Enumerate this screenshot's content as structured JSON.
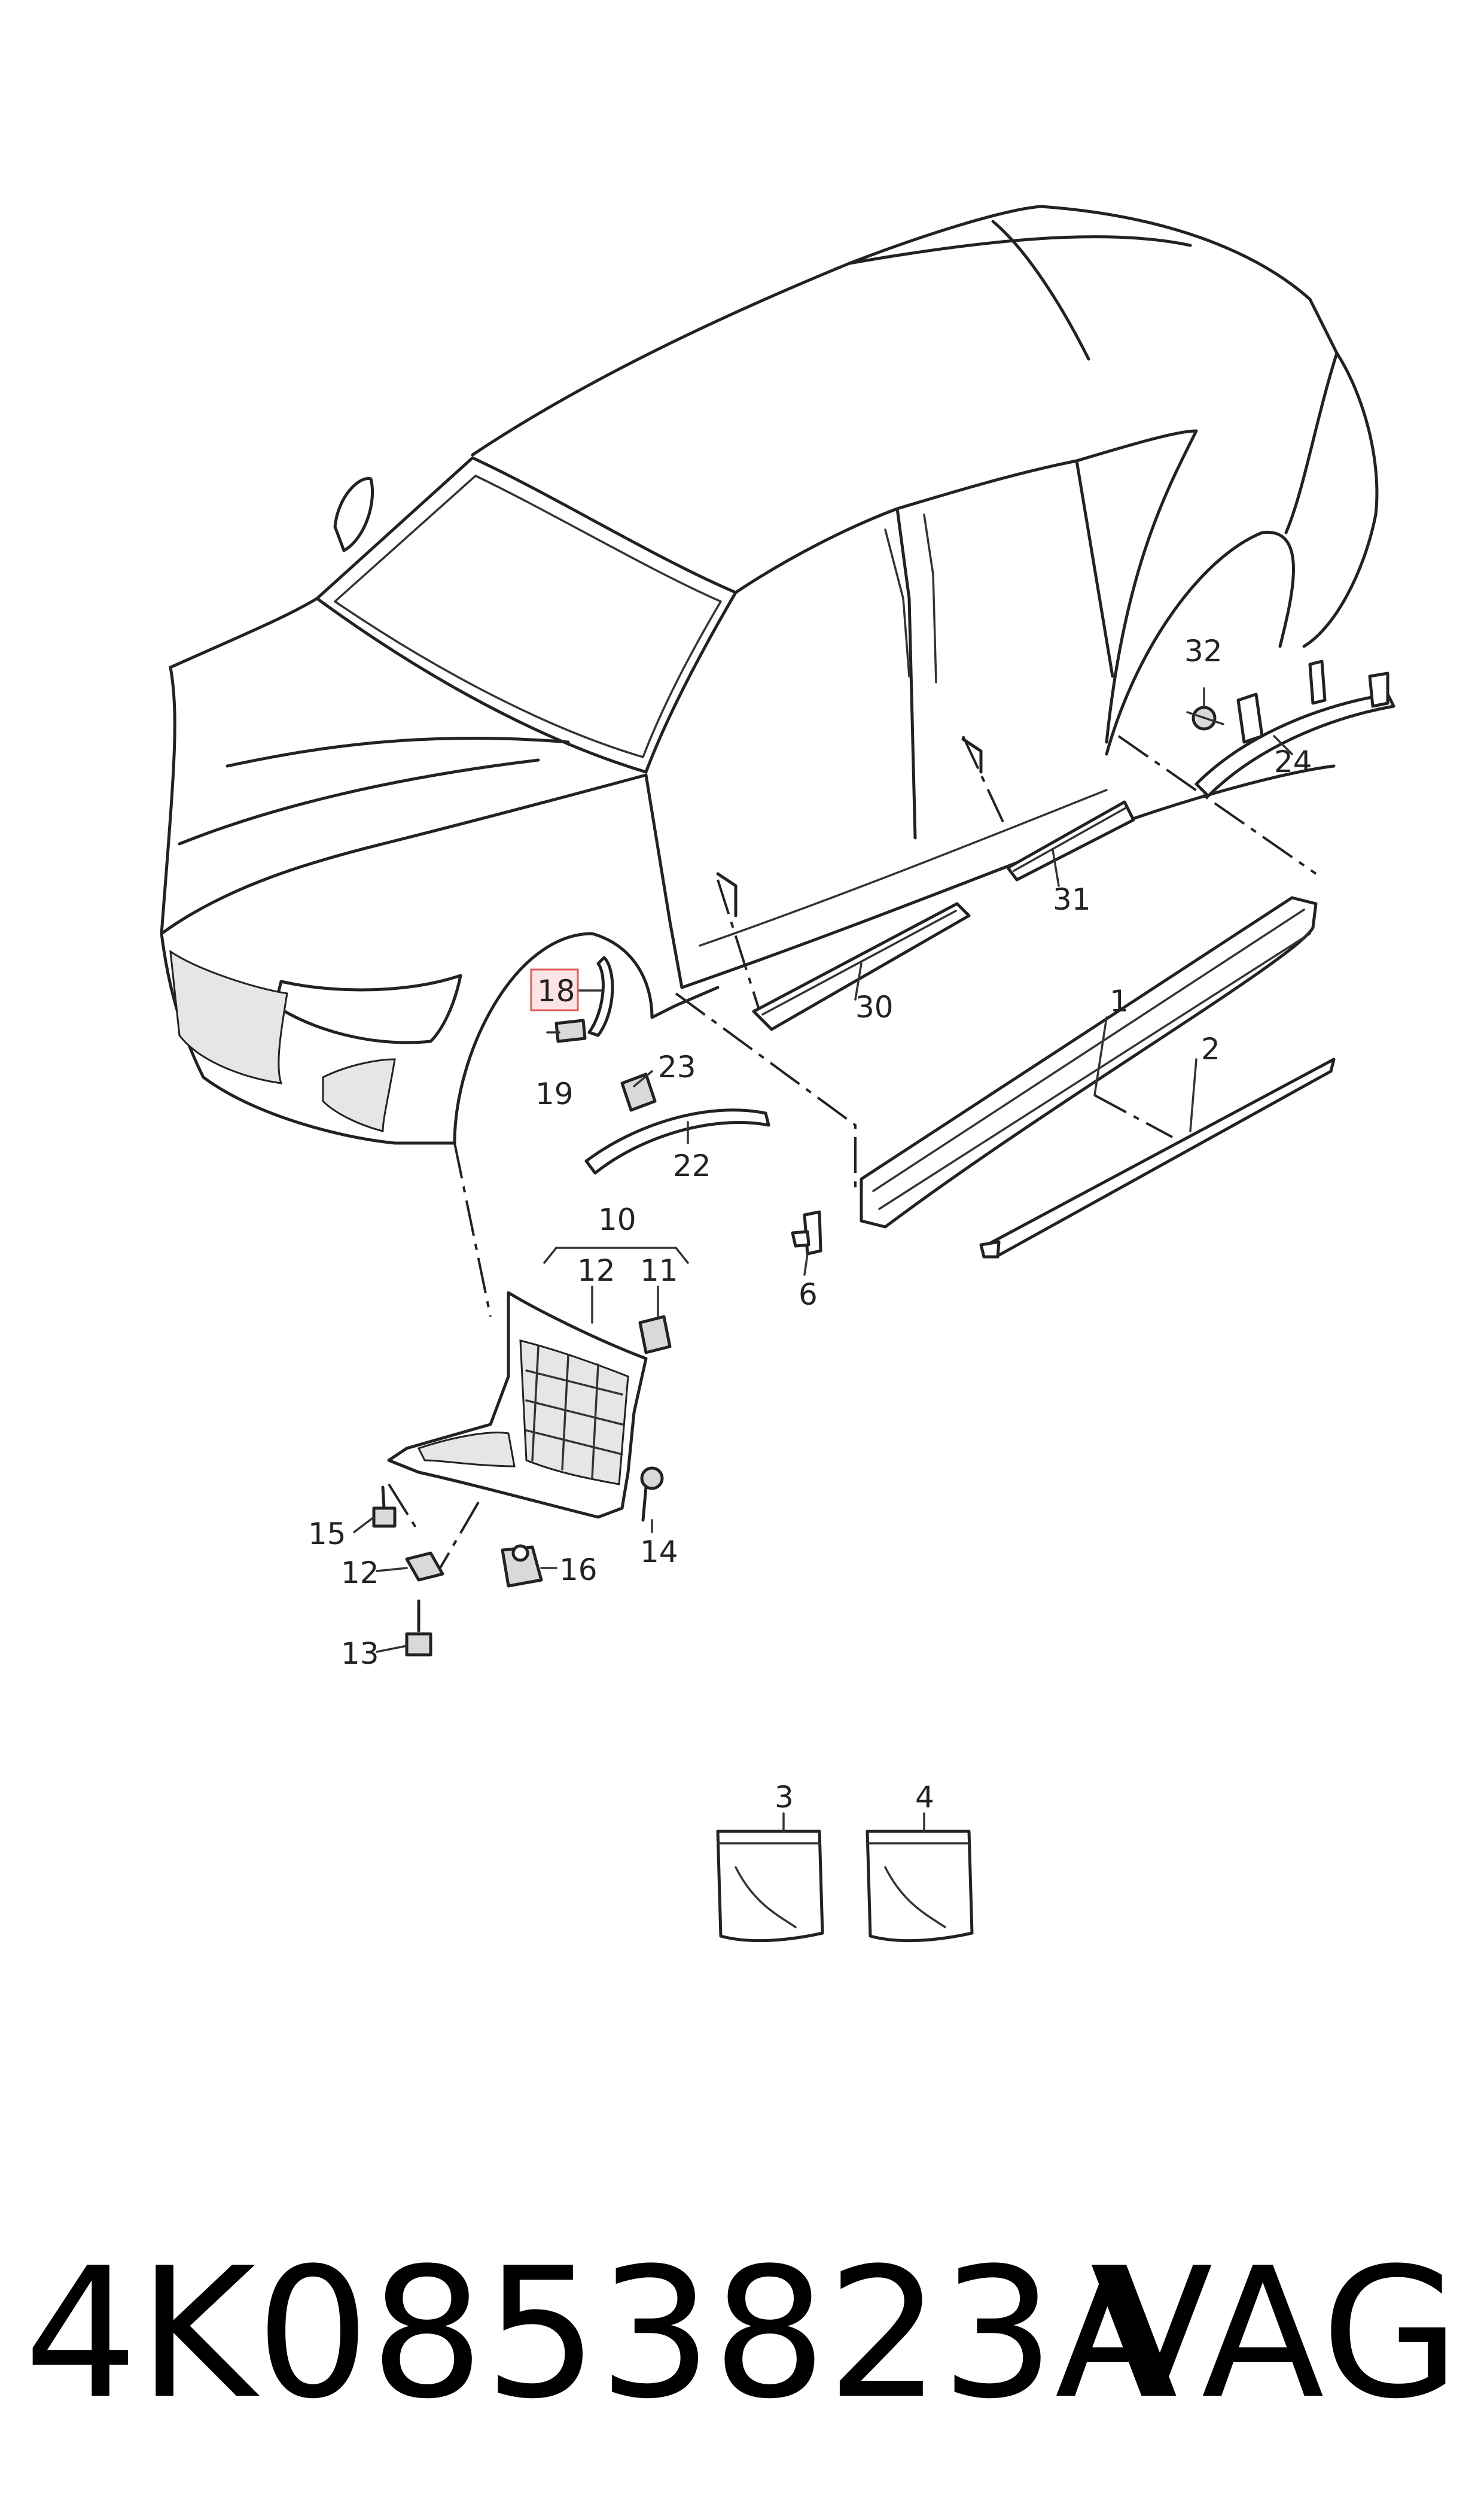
{
  "callouts": {
    "c1": "1",
    "c2": "2",
    "c3": "3",
    "c4": "4",
    "c6": "6",
    "c10": "10",
    "c11": "11",
    "c12a": "12",
    "c12b": "12",
    "c13": "13",
    "c14": "14",
    "c15": "15",
    "c16": "16",
    "c18": "18",
    "c19": "19",
    "c22": "22",
    "c23": "23",
    "c24": "24",
    "c30": "30",
    "c31": "31",
    "c32": "32"
  },
  "highlighted_callout": "18",
  "footer": {
    "part_number": "4K0853823A",
    "brand": "VAG"
  },
  "colors": {
    "line": "#222222",
    "highlight_fill": "#fde4e4",
    "highlight_border": "#e05a5a"
  }
}
